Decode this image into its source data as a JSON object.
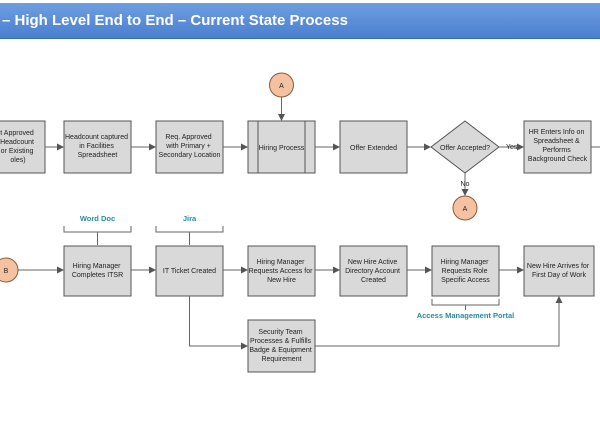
{
  "title": "– High Level End to End – Current State Process",
  "row1": {
    "box1": [
      "t Approved",
      "Headcount",
      "or Existing",
      "oles)"
    ],
    "box2": [
      "Headcount captured",
      "in Facilities",
      "Spreadsheet"
    ],
    "box3": [
      "Req. Approved",
      "with Primary +",
      "Secondary Location"
    ],
    "box4": [
      "Hiring Process"
    ],
    "box5": [
      "Offer Extended"
    ],
    "decision": [
      "Offer Accepted?"
    ],
    "box7": [
      "HR Enters Info on",
      "Spreadsheet &",
      "Performs",
      "Background Check"
    ],
    "yes_label": "Yes",
    "no_label": "No"
  },
  "row2": {
    "box1": [
      "Hiring Manager",
      "Completes ITSR"
    ],
    "box2": [
      "IT Ticket Created"
    ],
    "box3": [
      "Hiring Manager",
      "Requests Access for",
      "New Hire"
    ],
    "box4": [
      "New Hire Active",
      "Directory Account",
      "Created"
    ],
    "box5": [
      "Hiring Manager",
      "Requests Role",
      "Specific Access"
    ],
    "box6": [
      "New Hire Arrives for",
      "First Day of Work"
    ],
    "box7": [
      "Security Team",
      "Processes & Fulfills",
      "Badge & Equipment",
      "Requirement"
    ]
  },
  "labels": {
    "word_doc": "Word Doc",
    "jira": "Jira",
    "access_portal": "Access Management Portal"
  },
  "connectors": {
    "top": "A",
    "bottom": "A",
    "left": "B"
  }
}
